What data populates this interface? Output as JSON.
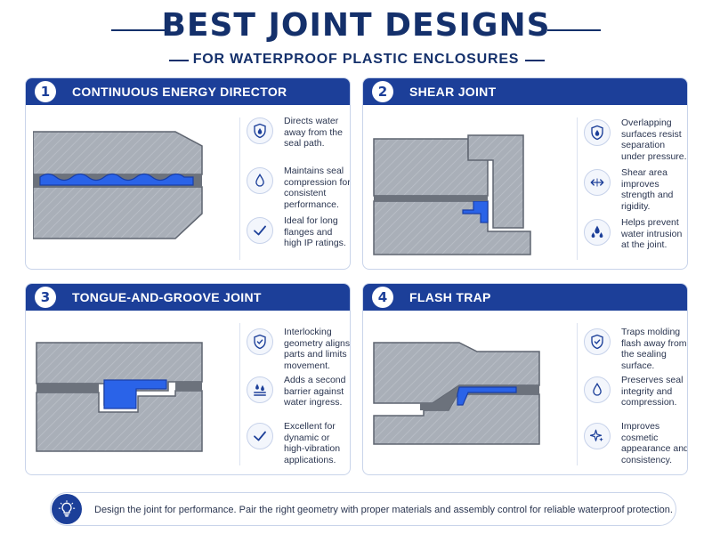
{
  "header": {
    "title": "BEST JOINT DESIGNS",
    "subtitle": "FOR WATERPROOF PLASTIC ENCLOSURES"
  },
  "colors": {
    "navy": "#1c3f99",
    "accent_blue": "#2a63e8",
    "part_gray": "#a9afb8",
    "part_outline": "#5f6570"
  },
  "cards": [
    {
      "number": "1",
      "title": "CONTINUOUS ENERGY DIRECTOR",
      "benefits": [
        {
          "icon": "shield-drop-icon",
          "text": "Directs water away from the seal path."
        },
        {
          "icon": "drop-icon",
          "text": "Maintains seal compression for consistent performance."
        },
        {
          "icon": "checkmark-icon",
          "text": "Ideal for long flanges and high IP ratings."
        }
      ]
    },
    {
      "number": "2",
      "title": "SHEAR JOINT",
      "benefits": [
        {
          "icon": "shield-drop-icon",
          "text": "Overlapping surfaces resist separation under pressure."
        },
        {
          "icon": "double-arrow-icon",
          "text": "Shear area improves strength and rigidity."
        },
        {
          "icon": "water-drops-icon",
          "text": "Helps prevent water intrusion at the joint."
        }
      ]
    },
    {
      "number": "3",
      "title": "TONGUE-AND-GROOVE JOINT",
      "benefits": [
        {
          "icon": "shield-check-icon",
          "text": "Interlocking geometry aligns parts and limits movement."
        },
        {
          "icon": "water-barrier-icon",
          "text": "Adds a second barrier against water ingress."
        },
        {
          "icon": "checkmark-icon",
          "text": "Excellent for dynamic or high-vibration applications."
        }
      ]
    },
    {
      "number": "4",
      "title": "FLASH TRAP",
      "benefits": [
        {
          "icon": "shield-check-icon",
          "text": "Traps molding flash away from the sealing surface."
        },
        {
          "icon": "drop-icon",
          "text": "Preserves seal integrity and compression."
        },
        {
          "icon": "sparkle-icon",
          "text": "Improves cosmetic appearance and consistency."
        }
      ]
    }
  ],
  "footer": {
    "icon": "lightbulb-icon",
    "text": "Design the joint for performance. Pair the right geometry with proper materials and assembly control for reliable waterproof protection."
  }
}
